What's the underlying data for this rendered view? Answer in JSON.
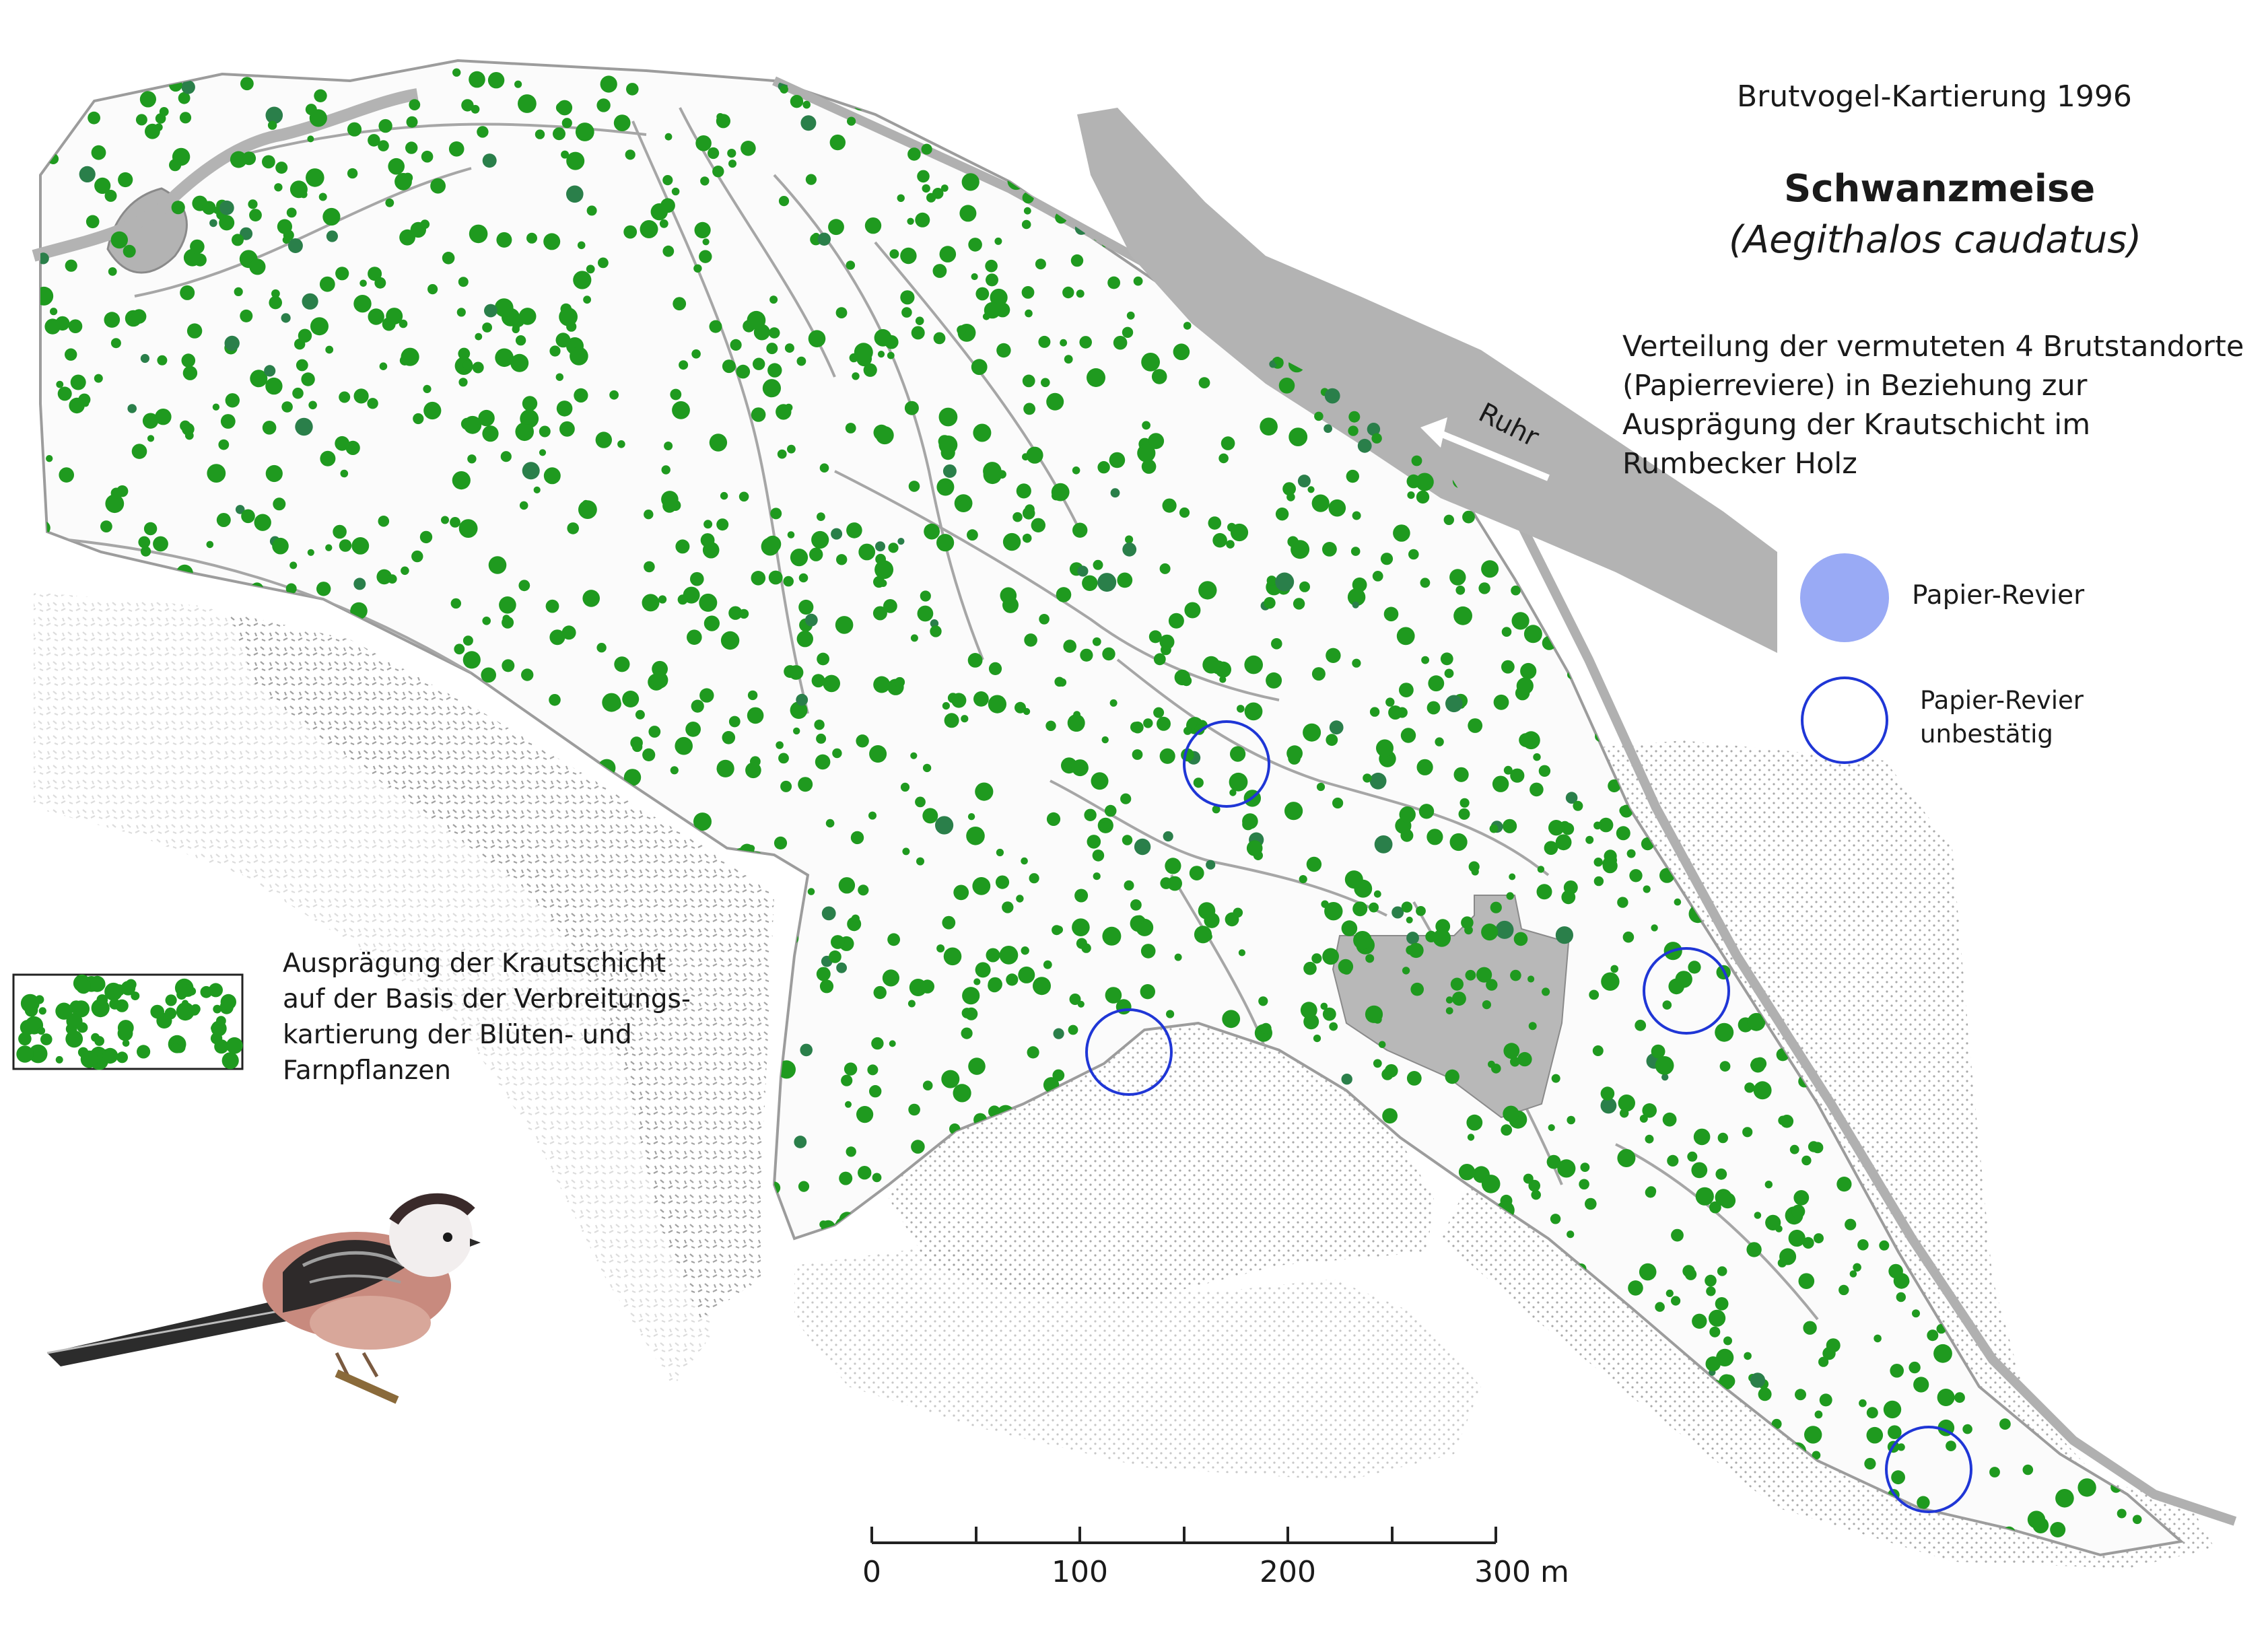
{
  "header": {
    "survey_title": "Brutvogel-Kartierung 1996",
    "species_common": "Schwanzmeise",
    "species_latin": "(Aegithalos caudatus)",
    "description_lines": [
      "Verteilung der vermuteten 4 Brutstandorte",
      "(Papierreviere) in Beziehung zur",
      "Ausprägung der Krautschicht im",
      "Rumbecker Holz"
    ]
  },
  "river": {
    "label": "Ruhr",
    "color": "#b3b3b3"
  },
  "legend": {
    "filled_territory": {
      "label": "Papier-Revier",
      "color": "#99aaf5"
    },
    "unconfirmed_territory": {
      "label_lines": [
        "Papier-Revier",
        "unbestätig"
      ],
      "stroke": "#1f36d6"
    },
    "herb_layer": {
      "color": "#1f9a1f",
      "label_lines": [
        "Ausprägung der Krautschicht",
        "auf der Basis der Verbreitungs-",
        "kartierung der Blüten- und",
        "Farnpflanzen"
      ]
    }
  },
  "territories": [
    {
      "name": "territory-1",
      "confirmed": false
    },
    {
      "name": "territory-2",
      "confirmed": false
    },
    {
      "name": "territory-3",
      "confirmed": false
    },
    {
      "name": "territory-4",
      "confirmed": false
    }
  ],
  "scale_bar": {
    "labels": [
      "0",
      "100",
      "200",
      "300 m"
    ]
  },
  "icons": {
    "bird": "long-tailed-tit-illustration",
    "river_arrow": "flow-direction-arrow-icon"
  }
}
